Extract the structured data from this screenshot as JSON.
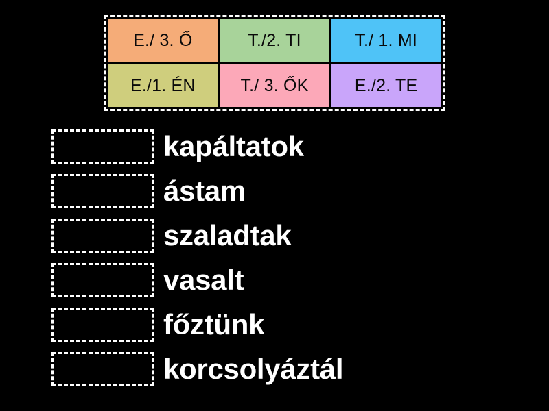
{
  "tile_bank": {
    "tiles": [
      {
        "label": "E./ 3. Ő",
        "color": "#f5ac78"
      },
      {
        "label": "T./2. TI",
        "color": "#a8d39a"
      },
      {
        "label": "T./ 1. MI",
        "color": "#4fc3f7"
      },
      {
        "label": "E./1. ÉN",
        "color": "#cfce7d"
      },
      {
        "label": "T./ 3. ŐK",
        "color": "#fca8b8"
      },
      {
        "label": "E./2. TE",
        "color": "#c9a5fa"
      }
    ]
  },
  "answers": {
    "rows": [
      {
        "word": "kapáltatok"
      },
      {
        "word": "ástam"
      },
      {
        "word": "szaladtak"
      },
      {
        "word": "vasalt"
      },
      {
        "word": "főztünk"
      },
      {
        "word": "korcsolyáztál"
      }
    ]
  },
  "colors": {
    "background": "#000000",
    "text": "#ffffff",
    "tile_text": "#0a0a0a",
    "dash_border": "#ffffff"
  }
}
